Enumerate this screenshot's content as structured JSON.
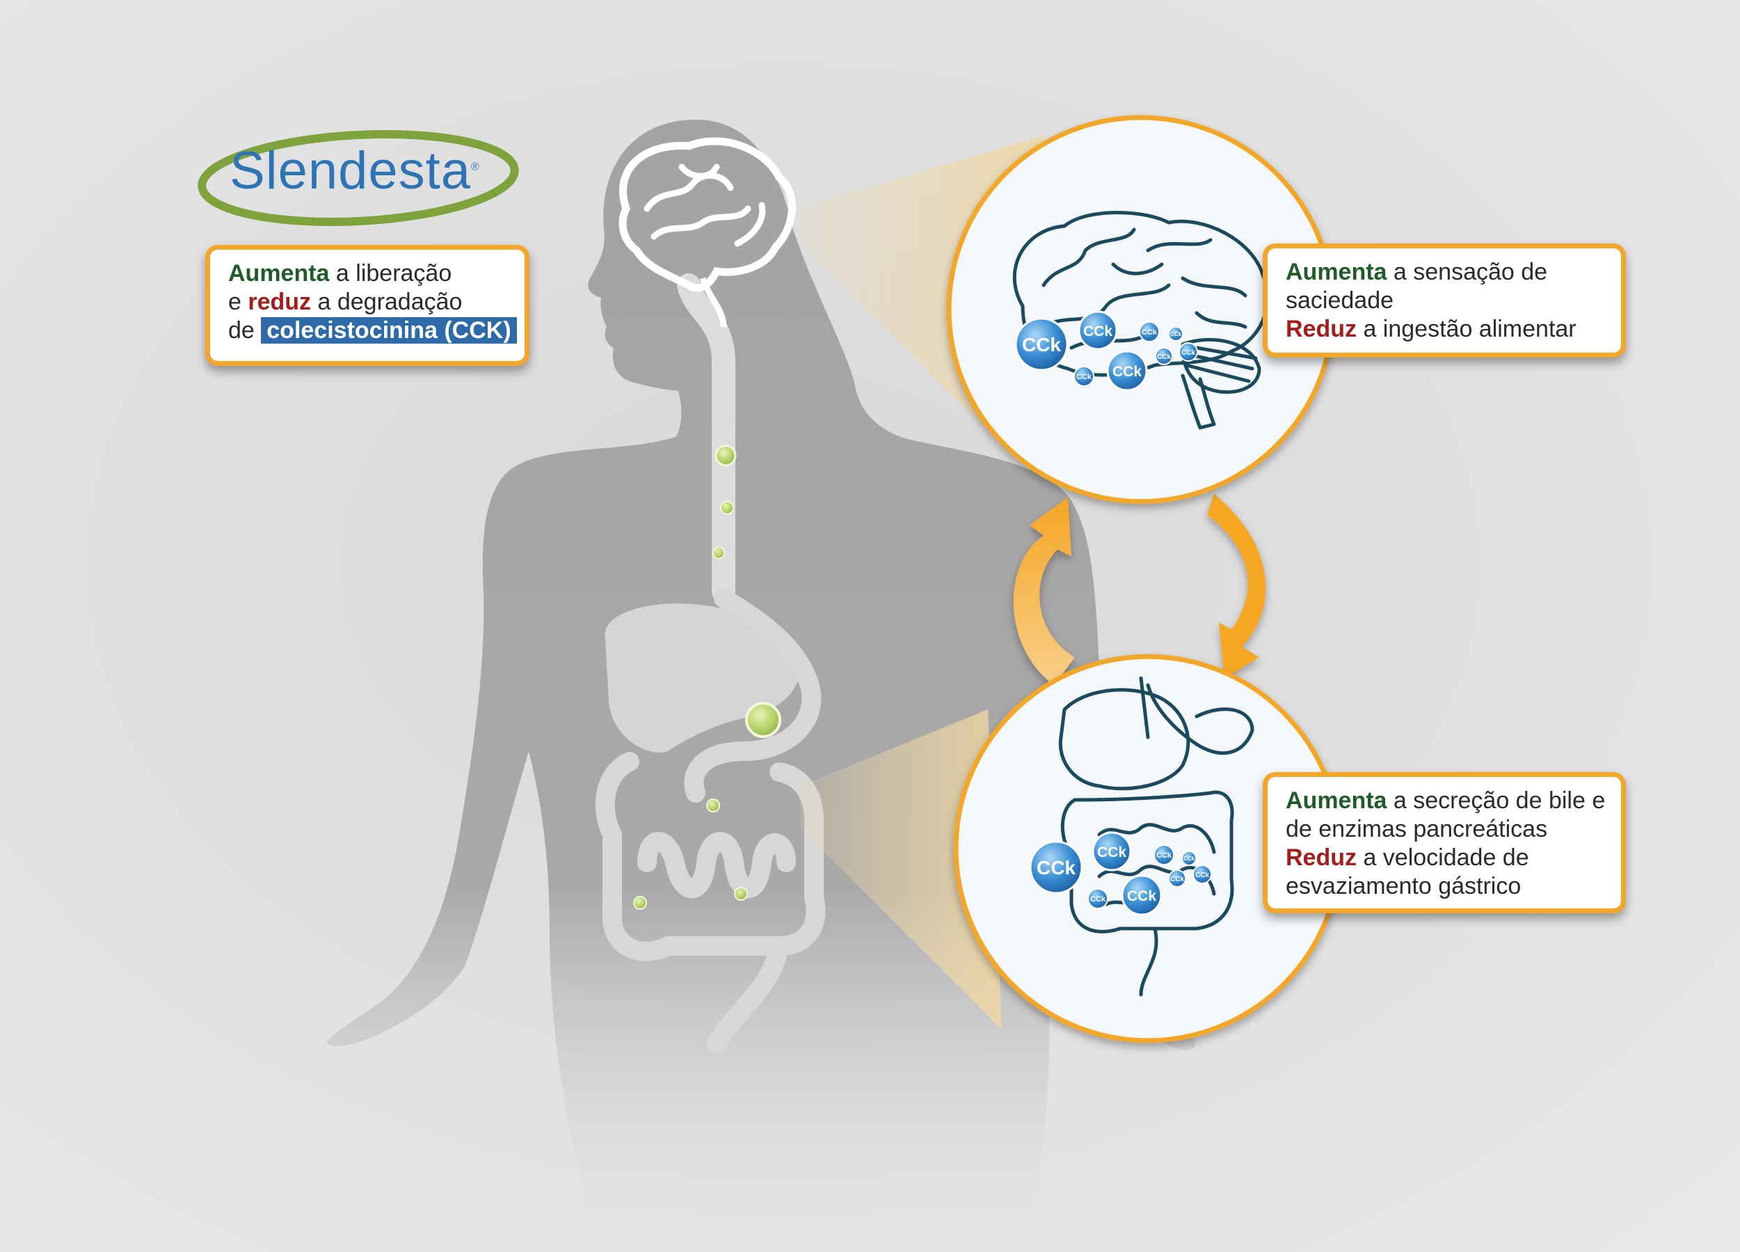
{
  "logo": {
    "name": "Slendesta",
    "registered": "®"
  },
  "mechanism_callout": {
    "l1_highlight": "Aumenta",
    "l1_rest": " a liberação",
    "l2_pre": "e ",
    "l2_highlight": "reduz",
    "l2_rest": " a degradação",
    "l3_pre": "de ",
    "l3_highlight": "colecistocinina (CCK)"
  },
  "brain_callout": {
    "l1_highlight": "Aumenta",
    "l1_rest": " a sensação de",
    "l2": "saciedade",
    "l3_highlight": "Reduz",
    "l3_rest": " a ingestão alimentar"
  },
  "gut_callout": {
    "l1_highlight": "Aumenta",
    "l1_rest": " a secreção de bile e",
    "l2": "de enzimas pancreáticas",
    "l3_highlight": "Reduz",
    "l3_rest": " a velocidade de",
    "l4": "esvaziamento gástrico"
  },
  "cck_label": "CCk",
  "colors": {
    "background": "#e6e6e6",
    "silhouette": "#a3a3a3",
    "accent_orange": "#f2a72c",
    "green_word": "#1f5c2a",
    "red_word": "#a01e1e",
    "cck_blue": "#2e6aa7",
    "capsule_green": "#b5d36a"
  },
  "icons": {
    "brain_detail": "brain-icon",
    "gut_detail": "intestines-icon",
    "head_brain": "brain-outline-icon",
    "cycle": "circular-arrows-icon"
  }
}
